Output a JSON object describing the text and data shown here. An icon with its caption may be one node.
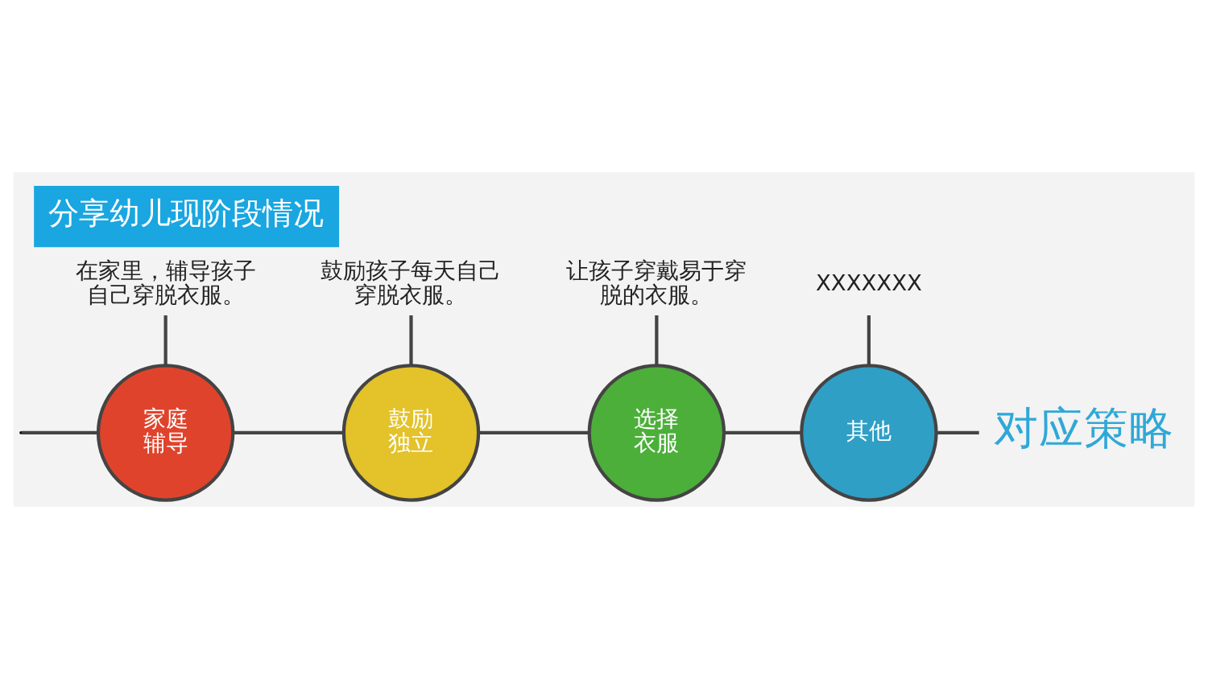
{
  "diagram": {
    "title": "分享幼儿现阶段情况",
    "nodes": [
      {
        "text": [
          "家庭辅导"
        ]
      },
      {
        "text": [
          "鼓励独立"
        ]
      },
      {
        "text": [
          "选择衣服"
        ]
      },
      {
        "text": [
          "其他"
        ]
      },
      {
        "text": [
          "对应策略"
        ]
      },
      {
        "text": [
          "在家里，辅导孩子自己穿脱衣服。"
        ]
      },
      {
        "text": [
          "鼓励孩子每天自己穿脱衣服。"
        ]
      },
      {
        "text": [
          "让孩子穿戴易于穿脱的衣服。"
        ]
      },
      {
        "text": [
          "XXXXXXX"
        ]
      }
    ],
    "edges": [
      {
        "from": null,
        "to": 0,
        "arrow": "none"
      },
      {
        "from": 0,
        "to": 1,
        "arrow": "none"
      },
      {
        "from": 1,
        "to": 2,
        "arrow": "none"
      },
      {
        "from": 2,
        "to": 3,
        "arrow": "none"
      },
      {
        "from": 3,
        "to": 4,
        "arrow": "none"
      },
      {
        "from": 5,
        "to": 0,
        "arrow": "none"
      },
      {
        "from": 6,
        "to": 1,
        "arrow": "none"
      },
      {
        "from": 7,
        "to": 2,
        "arrow": "none"
      },
      {
        "from": 8,
        "to": 3,
        "arrow": "none"
      }
    ]
  }
}
